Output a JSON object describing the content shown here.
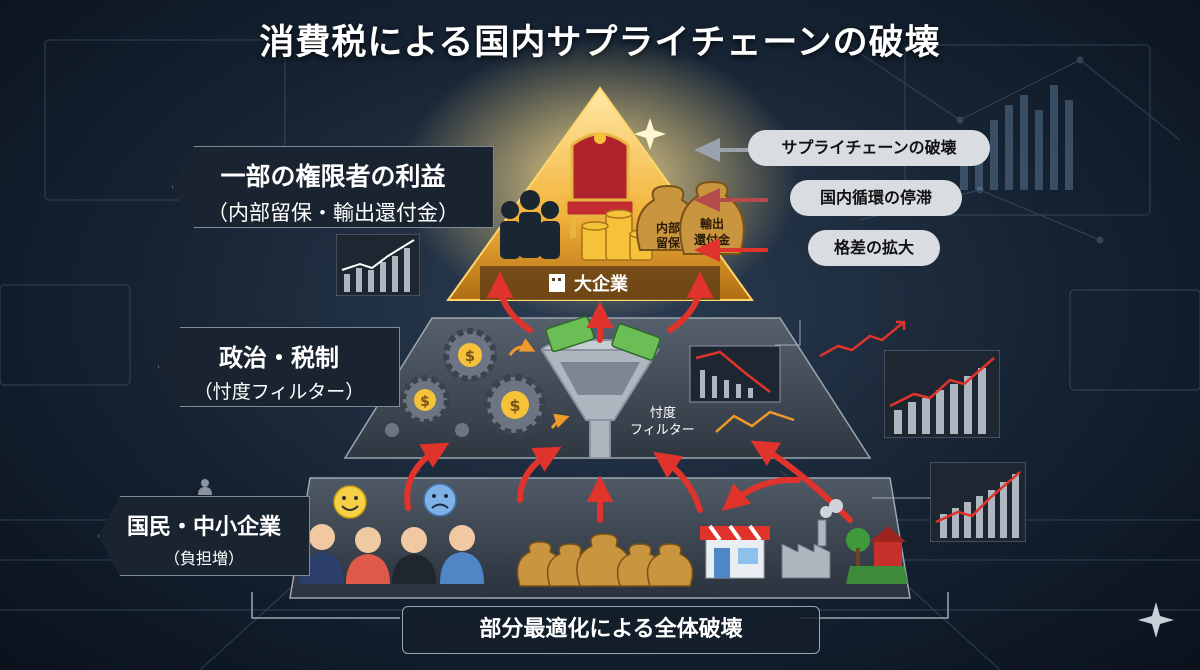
{
  "title": "消費税による国内サプライチェーンの破壊",
  "labels": {
    "top": {
      "line1": "一部の権限者の利益",
      "line2": "（内部留保・輸出還付金）"
    },
    "middle": {
      "line1": "政治・税制",
      "line2": "（忖度フィルター）"
    },
    "bottom": {
      "line1": "国民・中小企業",
      "line2": "（負担増）"
    }
  },
  "pyramid": {
    "top_label": "大企業",
    "bag_left": [
      "内部",
      "留保"
    ],
    "bag_right": [
      "輸出",
      "還付金"
    ],
    "filter_label": [
      "忖度",
      "フィルター"
    ]
  },
  "effects": [
    {
      "label": "サプライチェーンの破壊",
      "color": "#9aa3ad"
    },
    {
      "label": "国内循環の停滞",
      "color": "#b54b4b"
    },
    {
      "label": "格差の拡大",
      "color": "#e0332b"
    }
  ],
  "footer": "部分最適化による全体破壊",
  "colors": {
    "gold": "#f5c23a",
    "arrow_red": "#e0332b",
    "panel": "#1a2430",
    "pill": "#d9dde2"
  },
  "icons": [
    "throne-icon",
    "coin-stack-icon",
    "money-bag-icon",
    "businessmen-icon",
    "gear-dollar-icon",
    "funnel-icon",
    "banknote-icon",
    "happy-face-icon",
    "sad-face-icon",
    "people-icon",
    "shop-icon",
    "factory-icon",
    "farm-icon",
    "building-icon",
    "sparkle-icon",
    "person-icon"
  ]
}
